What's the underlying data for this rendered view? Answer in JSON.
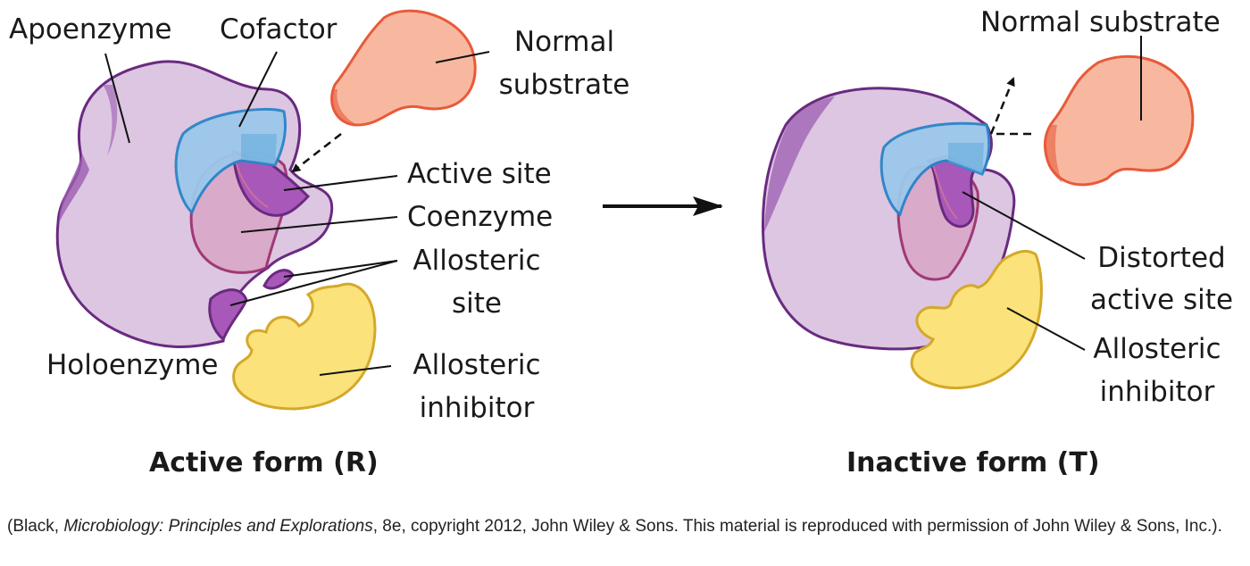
{
  "active_form": {
    "title": "Active form (R)",
    "labels": {
      "apoenzyme": "Apoenzyme",
      "cofactor": "Cofactor",
      "normal_substrate_1": "Normal",
      "normal_substrate_2": "substrate",
      "active_site": "Active site",
      "coenzyme": "Coenzyme",
      "allosteric_site_1": "Allosteric",
      "allosteric_site_2": "site",
      "holoenzyme": "Holoenzyme",
      "allosteric_inhibitor_1": "Allosteric",
      "allosteric_inhibitor_2": "inhibitor"
    }
  },
  "inactive_form": {
    "title": "Inactive form (T)",
    "labels": {
      "normal_substrate": "Normal substrate",
      "distorted_active_site_1": "Distorted",
      "distorted_active_site_2": "active site",
      "allosteric_inhibitor_1": "Allosteric",
      "allosteric_inhibitor_2": "inhibitor"
    }
  },
  "credit": {
    "prefix": "(Black, ",
    "book": "Microbiology: Principles and Explorations",
    "suffix": ", 8e, copyright 2012, John Wiley & Sons. This material is reproduced with permission of John Wiley & Sons, Inc.)."
  },
  "colors": {
    "enzyme_fill": "#dcc6e2",
    "enzyme_stroke": "#6a2a80",
    "cofactor_fill": "#9cc8ea",
    "cofactor_stroke": "#2a84c8",
    "coenzyme_fill": "#d9a8c8",
    "coenzyme_stroke": "#9a2a6a",
    "substrate_fill": "#f8b8a0",
    "substrate_stroke": "#e85a3a",
    "inhibitor_fill": "#fbe27a",
    "inhibitor_stroke": "#d4a82a"
  }
}
